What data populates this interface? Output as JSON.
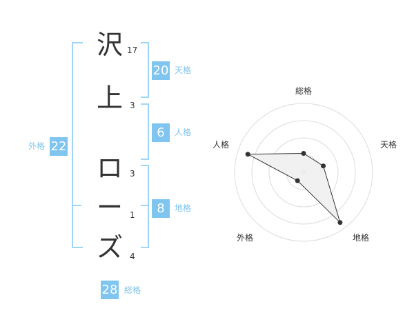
{
  "name": {
    "chars": [
      {
        "char": "沢",
        "strokes": "17"
      },
      {
        "char": "上",
        "strokes": "3"
      },
      {
        "char": "ロ",
        "strokes": "3"
      },
      {
        "char": "ー",
        "strokes": "1"
      },
      {
        "char": "ズ",
        "strokes": "4"
      }
    ]
  },
  "kaku": {
    "tenkaku": {
      "value": "20",
      "label": "天格"
    },
    "jinkaku": {
      "value": "6",
      "label": "人格"
    },
    "chikaku": {
      "value": "8",
      "label": "地格"
    },
    "gaikaku": {
      "value": "22",
      "label": "外格"
    },
    "soukaku": {
      "value": "28",
      "label": "総格"
    }
  },
  "radar": {
    "axes": [
      "総格",
      "天格",
      "地格",
      "外格",
      "人格"
    ],
    "levels": 4,
    "values": [
      1.1,
      1.2,
      3.6,
      0.6,
      3.4
    ],
    "max": 4,
    "color_fill": "#efefef",
    "color_line": "#333333"
  },
  "colors": {
    "accent": "#7fc5ef",
    "bracket": "#9fd5f6"
  }
}
